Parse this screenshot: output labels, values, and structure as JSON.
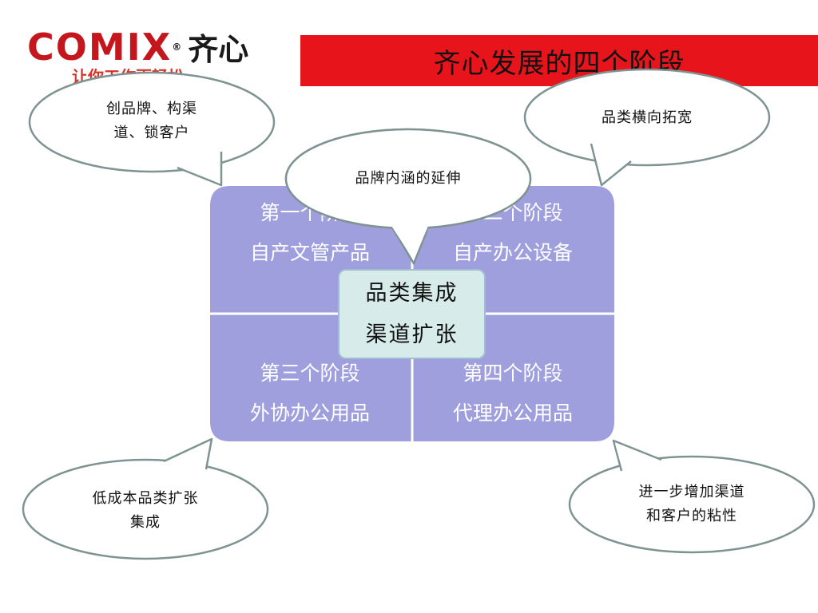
{
  "logo": {
    "brand": "COMIX",
    "reg_mark": "®",
    "brand_cn": "齐心",
    "slogan": "让你工作更轻松"
  },
  "title": "齐心发展的四个阶段",
  "colors": {
    "title_bar": "#e8141c",
    "quadrant_fill": "#a09fde",
    "center_fill": "#d7ecea",
    "bubble_stroke": "#7f9393"
  },
  "quadrants": [
    {
      "stage": "第一个阶段",
      "product": "自产文管产品"
    },
    {
      "stage": "第二个阶段",
      "product": "自产办公设备"
    },
    {
      "stage": "第三个阶段",
      "product": "外协办公用品"
    },
    {
      "stage": "第四个阶段",
      "product": "代理办公用品"
    }
  ],
  "center": {
    "line1": "品类集成",
    "line2": "渠道扩张"
  },
  "bubbles": {
    "top_left": {
      "line1": "创品牌、构渠",
      "line2": "道、锁客户"
    },
    "top_center": {
      "line1": "品牌内涵的延伸"
    },
    "top_right": {
      "line1": "品类横向拓宽"
    },
    "bottom_left": {
      "line1": "低成本品类扩张",
      "line2": "集成"
    },
    "bottom_right": {
      "line1": "进一步增加渠道",
      "line2": "和客户的粘性"
    }
  }
}
